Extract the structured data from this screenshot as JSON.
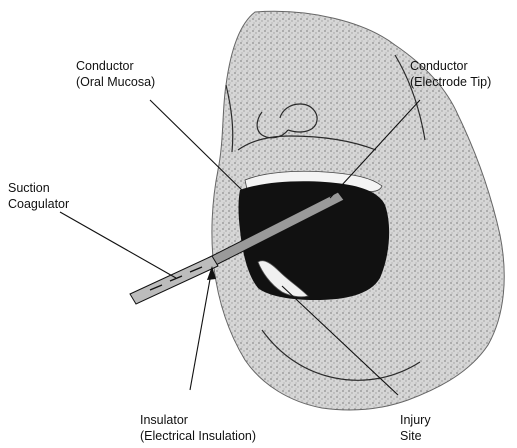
{
  "labels": {
    "conductor_oral_mucosa": {
      "line1": "Conductor",
      "line2": "(Oral Mucosa)"
    },
    "conductor_electrode_tip": {
      "line1": "Conductor",
      "line2": "(Electrode Tip)"
    },
    "suction_coagulator": {
      "line1": "Suction",
      "line2": "Coagulator"
    },
    "insulator": {
      "line1": "Insulator",
      "line2": "(Electrical Insulation)"
    },
    "injury_site": {
      "line1": "Injury",
      "line2": "Site"
    }
  },
  "colors": {
    "skin_stipple": "#c9c9c9",
    "mouth_cavity": "#111111",
    "lip_highlight": "#f4f4f4",
    "line": "#111111"
  }
}
